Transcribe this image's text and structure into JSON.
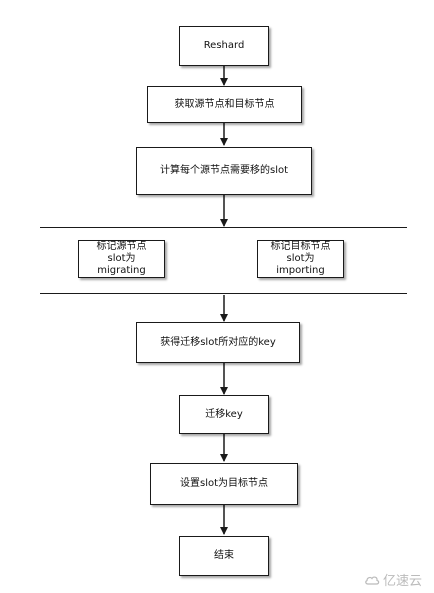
{
  "flowchart": {
    "nodes": {
      "reshard": "Reshard",
      "get_nodes": "获取源节点和目标节点",
      "compute_slots": "计算每个源节点需要移的slot",
      "mark_source": [
        "标记源节点",
        "slot为",
        "migrating"
      ],
      "mark_target": [
        "标记目标节点",
        "slot为",
        "importing"
      ],
      "get_keys": "获得迁移slot所对应的key",
      "migrate_key": "迁移key",
      "set_slot": "设置slot为目标节点",
      "end": "结束"
    }
  },
  "watermark": {
    "text": "亿速云",
    "icon": "cloud-logo-icon"
  }
}
